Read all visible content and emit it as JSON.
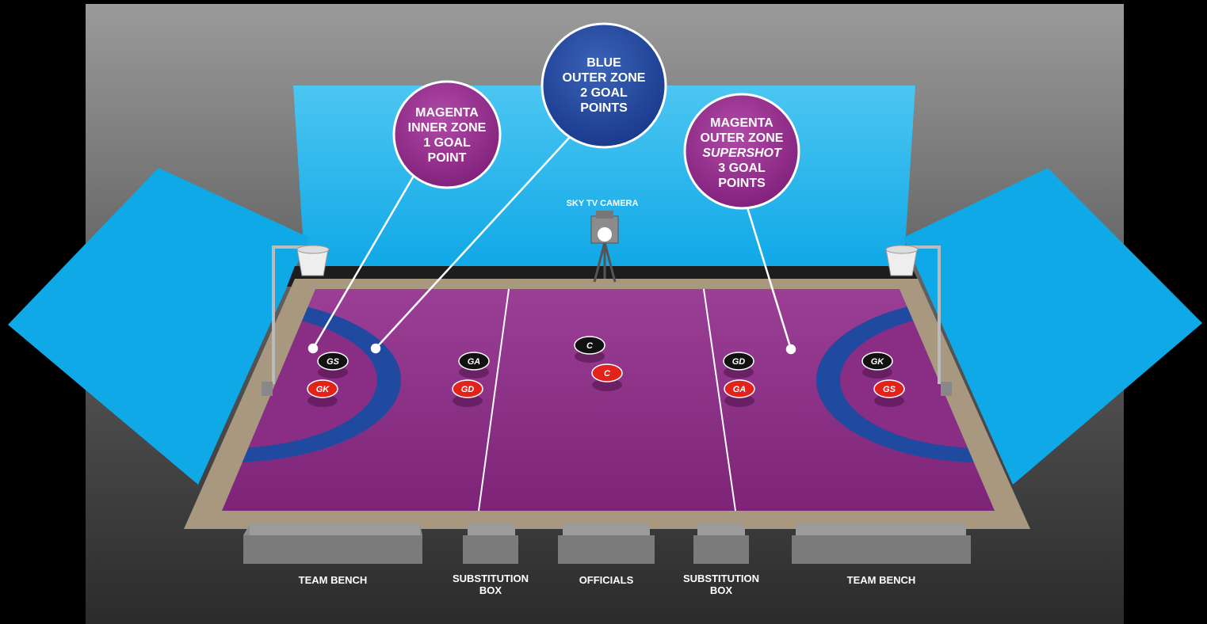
{
  "callouts": [
    {
      "lines": [
        "MAGENTA",
        "INNER ZONE",
        "1 GOAL",
        "POINT"
      ],
      "color": "#9c2f92"
    },
    {
      "lines": [
        "BLUE",
        "OUTER ZONE",
        "2 GOAL",
        "POINTS"
      ],
      "color": "#22489e"
    },
    {
      "lines": [
        "MAGENTA",
        "OUTER ZONE",
        "SUPERSHOT",
        "3 GOAL",
        "POINTS"
      ],
      "italic_line": 2,
      "color": "#9c2f92"
    }
  ],
  "camera_label": "SKY TV CAMERA",
  "players": {
    "black": [
      "GS",
      "GA",
      "C",
      "GD",
      "GK"
    ],
    "red": [
      "GK",
      "GD",
      "C",
      "GA",
      "GS"
    ]
  },
  "bottom_labels": {
    "bench_left": "TEAM BENCH",
    "sub_left": [
      "SUBSTITUTION",
      "BOX"
    ],
    "officials": "OFFICIALS",
    "sub_right": [
      "SUBSTITUTION",
      "BOX"
    ],
    "bench_right": "TEAM BENCH"
  },
  "colors": {
    "court": "#8a2d84",
    "zone_blue": "#1f4aa0",
    "screen_cyan": "#15b2ec",
    "player_black": "#111111",
    "player_red": "#e2231a"
  }
}
